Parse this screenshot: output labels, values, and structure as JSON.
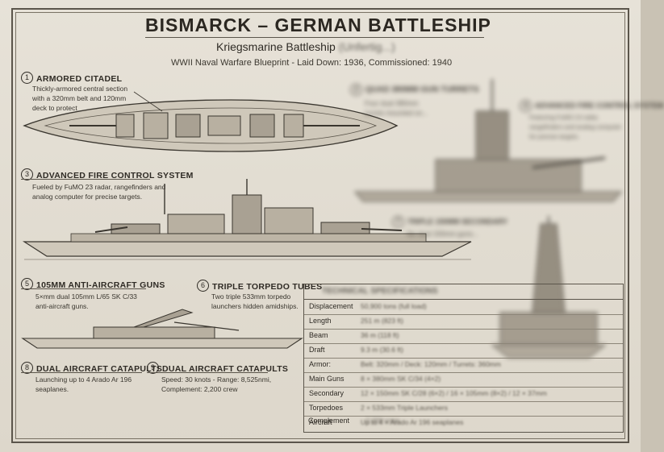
{
  "title": "BISMARCK – GERMAN BATTLESHIP",
  "subtitle": "Kriegsmarine Battleship",
  "subtitle_blurred": "(Unfertig...)",
  "line3": "WWII Naval Warfare Blueprint - Laid Down: 1936, Commissioned: 1940",
  "sections": [
    {
      "n": "1",
      "head": "ARMORED CITADEL",
      "body": "Thickly-armored central section with a 320mm belt and 120mm deck to protect"
    },
    {
      "n": "2",
      "head": "QUAD 380MM GUN TURRETS",
      "body": "Four dual 380mm turrets mounted on...",
      "blurred": true
    },
    {
      "n": "3",
      "head": "ADVANCED FIRE CONTROL SYSTEM",
      "body": "Fueled by FuMO 23 radar, rangefinders and analog computer for precise targets."
    },
    {
      "n": "4",
      "head": "ADVANCED FIRE CONTROL SYSTEM",
      "body": "Featuring FuMO 23 radar, rangefinders and analog computer for precise targets.",
      "blurred": true
    },
    {
      "n": "5",
      "head": "105MM ANTI-AIRCRAFT GUNS",
      "body": "5×mm dual 105mm L/65 SK C/33 anti-aircraft guns."
    },
    {
      "n": "6",
      "head": "TRIPLE TORPEDO TUBES",
      "body": "Two triple 533mm torpedo launchers hidden amidships."
    },
    {
      "n": "7",
      "head": "TRIPLE 150MM SECONDARY",
      "body": "Six dual 150mm guns...",
      "blurred": true
    },
    {
      "n": "8",
      "head": "DUAL AIRCRAFT CATAPULTS",
      "body": "Launching up to 4 Arado Ar 196 seaplanes."
    },
    {
      "n": "9",
      "head": "DUAL AIRCRAFT CATAPULTS",
      "body": "Speed: 30 knots - Range: 8,525nmi, Complement: 2,200 crew"
    }
  ],
  "specs": {
    "title": "TECHNICAL SPECIFICATIONS",
    "rows": [
      {
        "label": "Displacement",
        "value": "50,900 tons (full load)"
      },
      {
        "label": "Length",
        "value": "251 m (823 ft)"
      },
      {
        "label": "Beam",
        "value": "36 m (118 ft)"
      },
      {
        "label": "Draft",
        "value": "9.3 m (30.6 ft)"
      },
      {
        "label": "Armor:",
        "value": "Belt: 320mm / Deck: 120mm / Turrets: 360mm"
      },
      {
        "label": "Main Guns",
        "value": "8 × 380mm SK C/34 (4×2)"
      },
      {
        "label": "Secondary",
        "value": "12 × 150mm SK C/28 (6×2) / 16 × 105mm (8×2) / 12 × 37mm"
      },
      {
        "label": "Torpedoes",
        "value": "2 × 533mm Triple Launchers"
      },
      {
        "label": "Aircraft",
        "value": "Up to 4 × Arado Ar 196 seaplanes"
      },
      {
        "label": "Complement",
        "value": "2,200 crew"
      }
    ]
  }
}
